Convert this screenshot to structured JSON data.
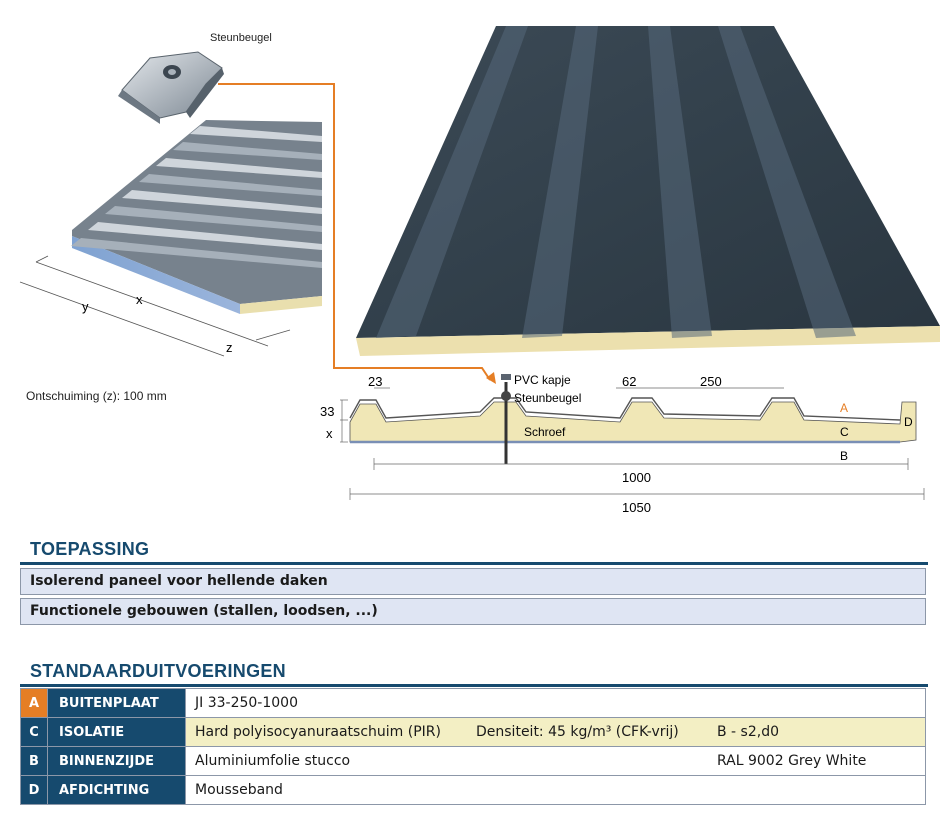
{
  "diagram": {
    "steunbeugel_label": "Steunbeugel",
    "dim_x": "x",
    "dim_y": "y",
    "dim_z": "z",
    "ontschuiming": "Ontschuiming (z):  100 mm",
    "section": {
      "dim_23": "23",
      "dim_62": "62",
      "dim_250": "250",
      "dim_33": "33",
      "dim_x": "x",
      "pvc_kapje": "PVC kapje",
      "steunbeugel": "Steunbeugel",
      "schroef": "Schroef",
      "layer_a": "A",
      "layer_c": "C",
      "layer_d": "D",
      "layer_b": "B",
      "dim_1000": "1000",
      "dim_1050": "1050"
    },
    "colors": {
      "panel_top": "#2f3d48",
      "panel_light": "#586877",
      "foam": "#ede2b2",
      "accent": "#e57e25"
    }
  },
  "toepassing": {
    "title": "TOEPASSING",
    "rows": [
      "Isolerend paneel voor hellende daken",
      "Functionele gebouwen (stallen, loodsen, ...)"
    ]
  },
  "standaard": {
    "title": "STANDAARDUITVOERINGEN",
    "rows": [
      {
        "letter": "A",
        "category": "BUITENPLAAT",
        "v1": "JI 33-250-1000",
        "v2": "",
        "v3": ""
      },
      {
        "letter": "C",
        "category": "ISOLATIE",
        "v1": "Hard polyisocyanuraatschuim (PIR)",
        "v2": "Densiteit: 45 kg/m³ (CFK-vrij)",
        "v3": "B - s2,d0"
      },
      {
        "letter": "B",
        "category": "BINNENZIJDE",
        "v1": "Aluminiumfolie stucco",
        "v2": "",
        "v3": "RAL 9002 Grey White"
      },
      {
        "letter": "D",
        "category": "AFDICHTING",
        "v1": "Mousseband",
        "v2": "",
        "v3": ""
      }
    ]
  }
}
